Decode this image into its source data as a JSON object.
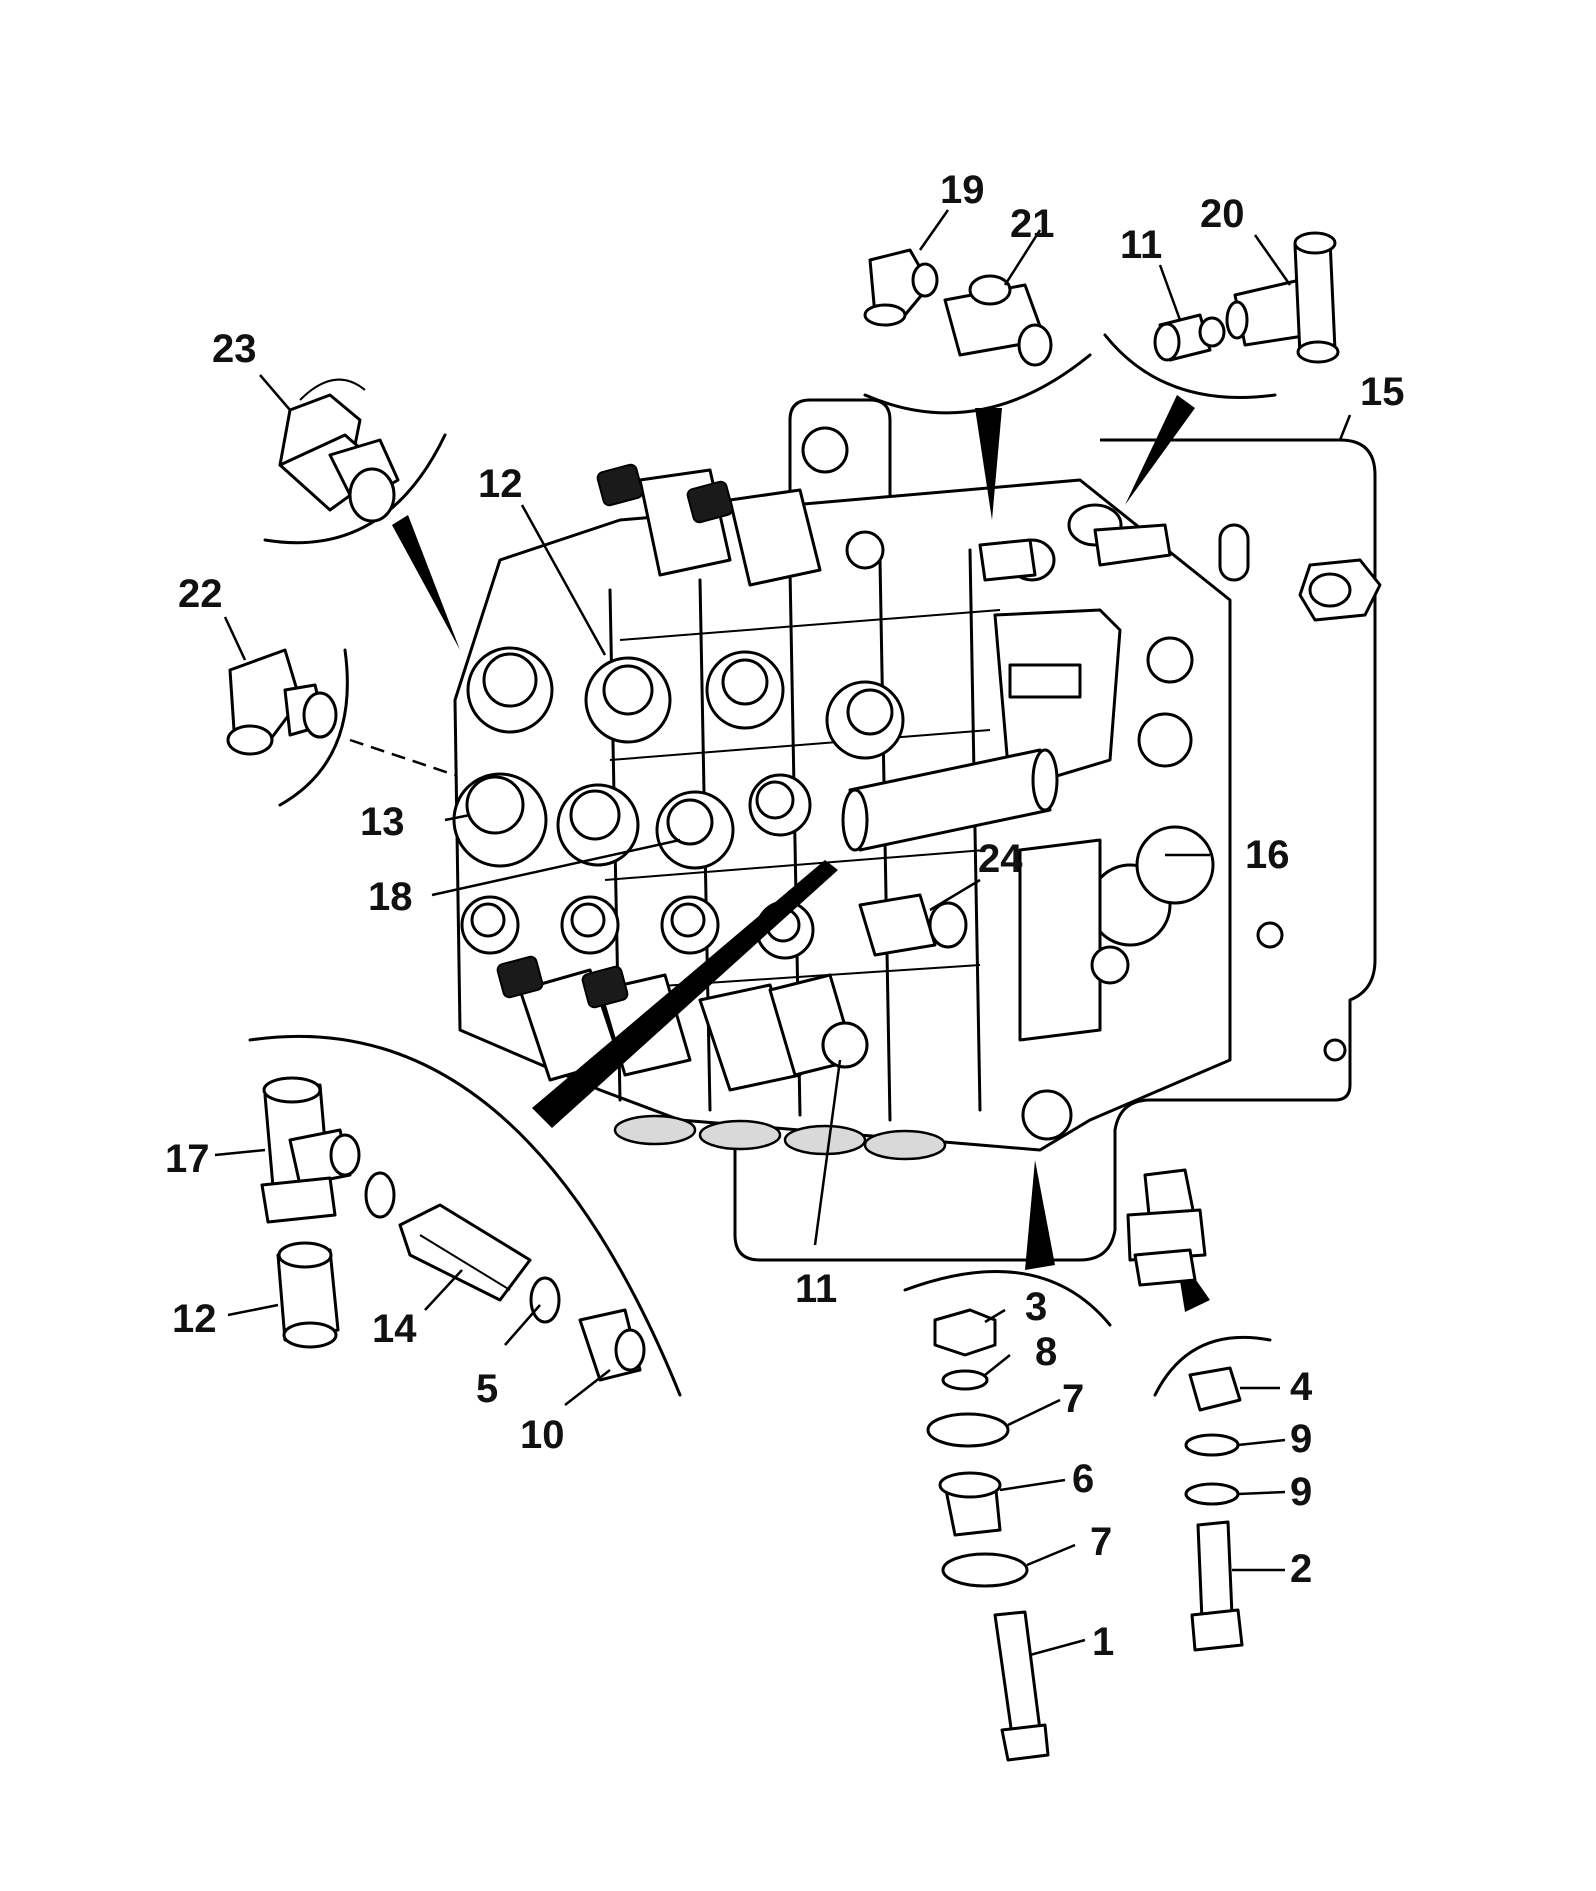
{
  "callouts": [
    {
      "id": "c1",
      "label": "1"
    },
    {
      "id": "c2",
      "label": "2"
    },
    {
      "id": "c3",
      "label": "3"
    },
    {
      "id": "c4",
      "label": "4"
    },
    {
      "id": "c5",
      "label": "5"
    },
    {
      "id": "c6",
      "label": "6"
    },
    {
      "id": "c7a",
      "label": "7"
    },
    {
      "id": "c7b",
      "label": "7"
    },
    {
      "id": "c8",
      "label": "8"
    },
    {
      "id": "c9a",
      "label": "9"
    },
    {
      "id": "c9b",
      "label": "9"
    },
    {
      "id": "c10",
      "label": "10"
    },
    {
      "id": "c11a",
      "label": "11"
    },
    {
      "id": "c11b",
      "label": "11"
    },
    {
      "id": "c12a",
      "label": "12"
    },
    {
      "id": "c12b",
      "label": "12"
    },
    {
      "id": "c13",
      "label": "13"
    },
    {
      "id": "c14",
      "label": "14"
    },
    {
      "id": "c15",
      "label": "15"
    },
    {
      "id": "c16",
      "label": "16"
    },
    {
      "id": "c17",
      "label": "17"
    },
    {
      "id": "c18",
      "label": "18"
    },
    {
      "id": "c19",
      "label": "19"
    },
    {
      "id": "c20",
      "label": "20"
    },
    {
      "id": "c21",
      "label": "21"
    },
    {
      "id": "c22",
      "label": "22"
    },
    {
      "id": "c23",
      "label": "23"
    },
    {
      "id": "c24",
      "label": "24"
    }
  ],
  "colors": {
    "line": "#000000",
    "background": "#ffffff",
    "shading": "#d9d9d9"
  }
}
